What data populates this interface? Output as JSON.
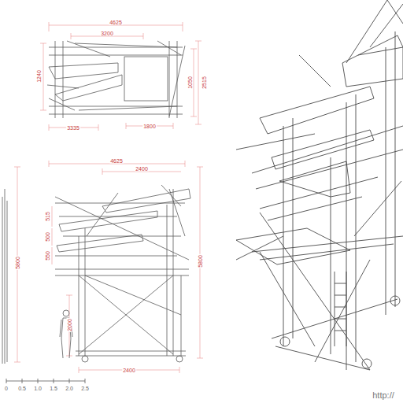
{
  "diagram": {
    "labels": [
      "4625",
      "3200",
      "1240",
      "1050",
      "2515",
      "3335",
      "1800",
      "4625",
      "2400",
      "515",
      "500",
      "550",
      "5800",
      "5800",
      "2000",
      "2400",
      "0",
      "0.5",
      "1.0",
      "1.5",
      "2.0",
      "2.5",
      "http://"
    ]
  }
}
